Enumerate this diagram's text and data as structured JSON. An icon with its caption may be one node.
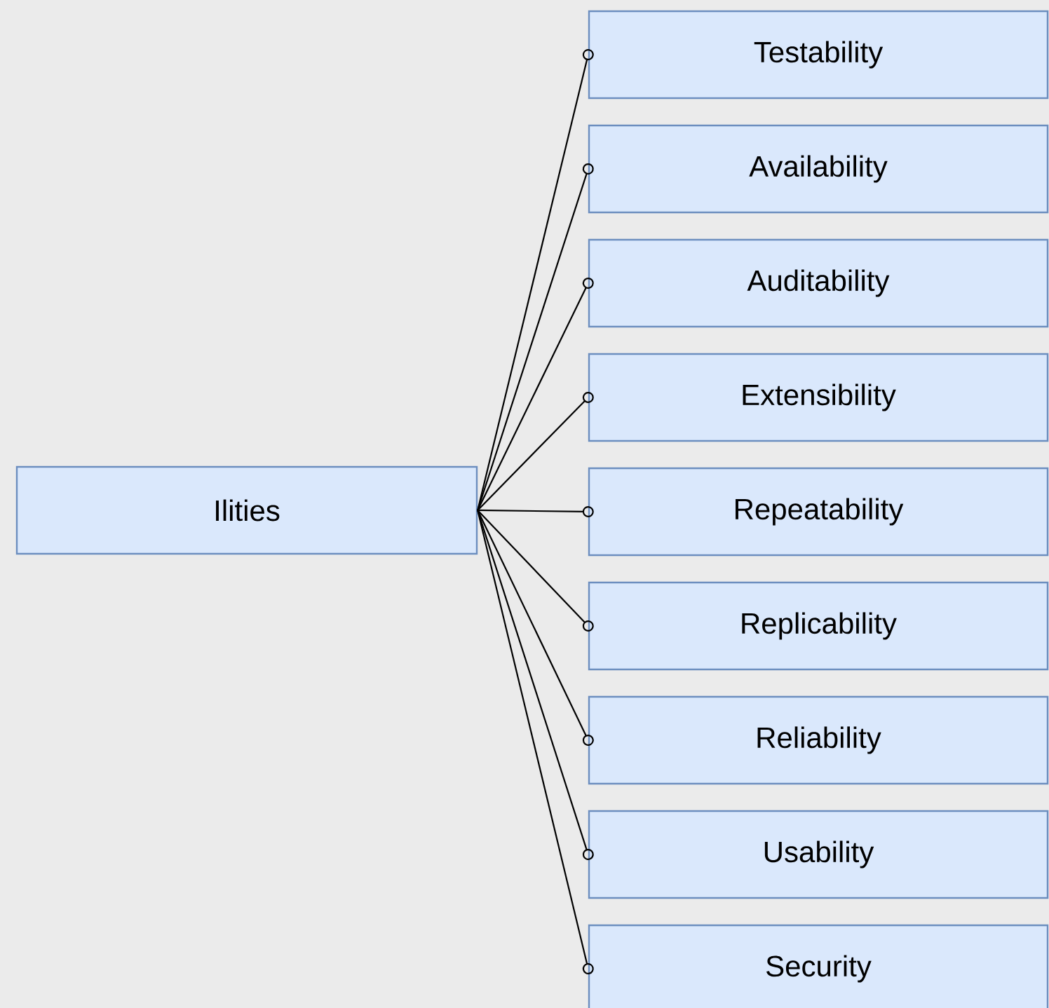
{
  "diagram": {
    "nodes": [
      {
        "text": [
          "Ilities"
        ]
      },
      {
        "text": [
          "Testability"
        ]
      },
      {
        "text": [
          "Availability"
        ]
      },
      {
        "text": [
          "Auditability"
        ]
      },
      {
        "text": [
          "Extensibility"
        ]
      },
      {
        "text": [
          "Repeatability"
        ]
      },
      {
        "text": [
          "Replicability"
        ]
      },
      {
        "text": [
          "Reliability"
        ]
      },
      {
        "text": [
          "Usability"
        ]
      },
      {
        "text": [
          "Security"
        ]
      }
    ],
    "edges": [
      {
        "from": 0,
        "to": 1,
        "arrow": "other"
      },
      {
        "from": 0,
        "to": 2,
        "arrow": "other"
      },
      {
        "from": 0,
        "to": 3,
        "arrow": "other"
      },
      {
        "from": 0,
        "to": 4,
        "arrow": "other"
      },
      {
        "from": 0,
        "to": 5,
        "arrow": "other"
      },
      {
        "from": 0,
        "to": 6,
        "arrow": "other"
      },
      {
        "from": 0,
        "to": 7,
        "arrow": "other"
      },
      {
        "from": 0,
        "to": 8,
        "arrow": "other"
      },
      {
        "from": 0,
        "to": 9,
        "arrow": "other"
      }
    ]
  }
}
